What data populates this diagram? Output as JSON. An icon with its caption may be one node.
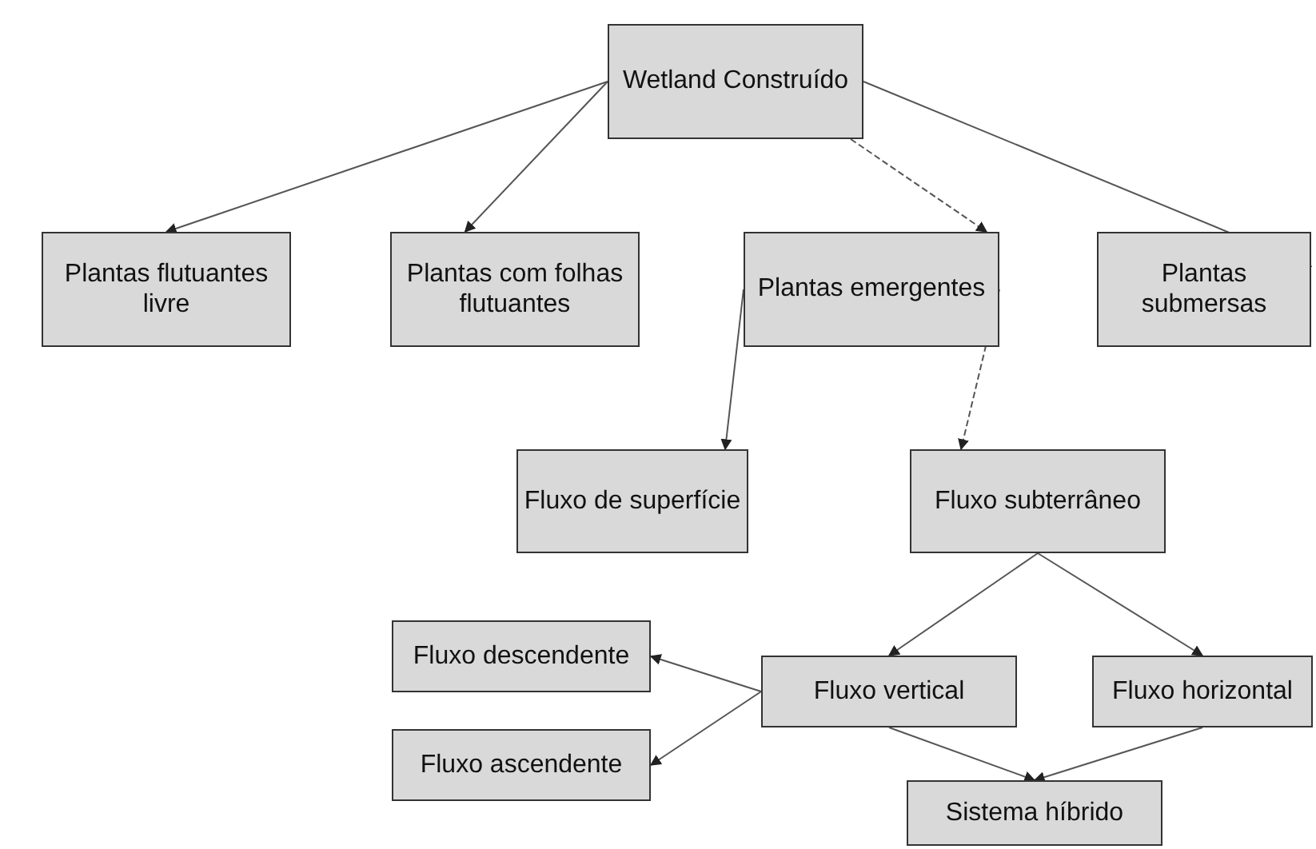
{
  "diagram": {
    "nodes": [
      {
        "text": [
          "Wetland Construído"
        ]
      },
      {
        "text": [
          "Plantas flutuantes livre"
        ]
      },
      {
        "text": [
          "Plantas com folhas flutuantes"
        ]
      },
      {
        "text": [
          "Plantas emergentes"
        ]
      },
      {
        "text": [
          "Plantas submersas"
        ]
      },
      {
        "text": [
          "Fluxo de superfície"
        ]
      },
      {
        "text": [
          "Fluxo subterrâneo"
        ]
      },
      {
        "text": [
          "Fluxo descendente"
        ]
      },
      {
        "text": [
          "Fluxo ascendente"
        ]
      },
      {
        "text": [
          "Fluxo vertical"
        ]
      },
      {
        "text": [
          "Fluxo horizontal"
        ]
      },
      {
        "text": [
          "Sistema híbrido"
        ]
      }
    ],
    "edges": [
      {
        "from": 0,
        "to": 1,
        "arrow": "to"
      },
      {
        "from": 0,
        "to": 2,
        "arrow": "to"
      },
      {
        "from": 0,
        "to": 3,
        "arrow": "to",
        "style": "dashed"
      },
      {
        "from": 0,
        "to": 4,
        "arrow": "to"
      },
      {
        "from": 3,
        "to": 5,
        "arrow": "to"
      },
      {
        "from": 3,
        "to": 6,
        "arrow": "to",
        "style": "dashed"
      },
      {
        "from": 6,
        "to": 9,
        "arrow": "to"
      },
      {
        "from": 6,
        "to": 10,
        "arrow": "to"
      },
      {
        "from": 9,
        "to": 7,
        "arrow": "to"
      },
      {
        "from": 9,
        "to": 8,
        "arrow": "to"
      },
      {
        "from": 9,
        "to": 11,
        "arrow": "to"
      },
      {
        "from": 10,
        "to": 11,
        "arrow": "to"
      }
    ]
  }
}
